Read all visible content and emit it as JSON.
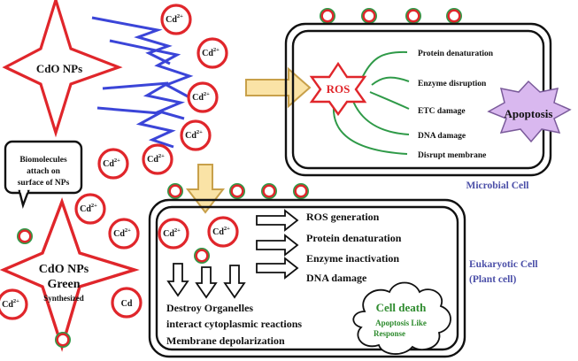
{
  "cdo_star": {
    "label": "CdO NPs"
  },
  "green_star": {
    "line1": "CdO NPs",
    "line2": "Green",
    "line3": "Synthesized"
  },
  "ion_label": "Cd",
  "ion_sup": "2+",
  "callout": {
    "line1": "Biomolecules",
    "line2": "attach on",
    "line3": "surface of NPs"
  },
  "microbial": {
    "title": "Microbial Cell",
    "ros": "ROS",
    "effects": [
      "Protein denaturation",
      "Enzyme disruption",
      "ETC damage",
      "DNA damage",
      "Disrupt membrane"
    ],
    "outcome": "Apoptosis"
  },
  "eukaryotic": {
    "title_line1": "Eukaryotic Cell",
    "title_line2": "(Plant cell)",
    "effects": [
      "ROS generation",
      "Protein denaturation",
      "Enzyme inactivation",
      "DNA damage"
    ],
    "consequences": [
      "Destroy Organelles",
      "interact cytoplasmic reactions",
      "Membrane depolarization"
    ],
    "cloud_title": "Cell death",
    "cloud_sub1": "Apoptosis Like",
    "cloud_sub2": "Response"
  },
  "colors": {
    "red": "#e0262b",
    "blue": "#3b45d8",
    "green": "#2f9a48",
    "purple_title": "#4b4fa8",
    "apoptosis_fill": "#d9b8ef",
    "cloud_green": "#2e8b2e",
    "arrow_fill": "#fae3a6",
    "arrow_stroke": "#c8a04a"
  }
}
